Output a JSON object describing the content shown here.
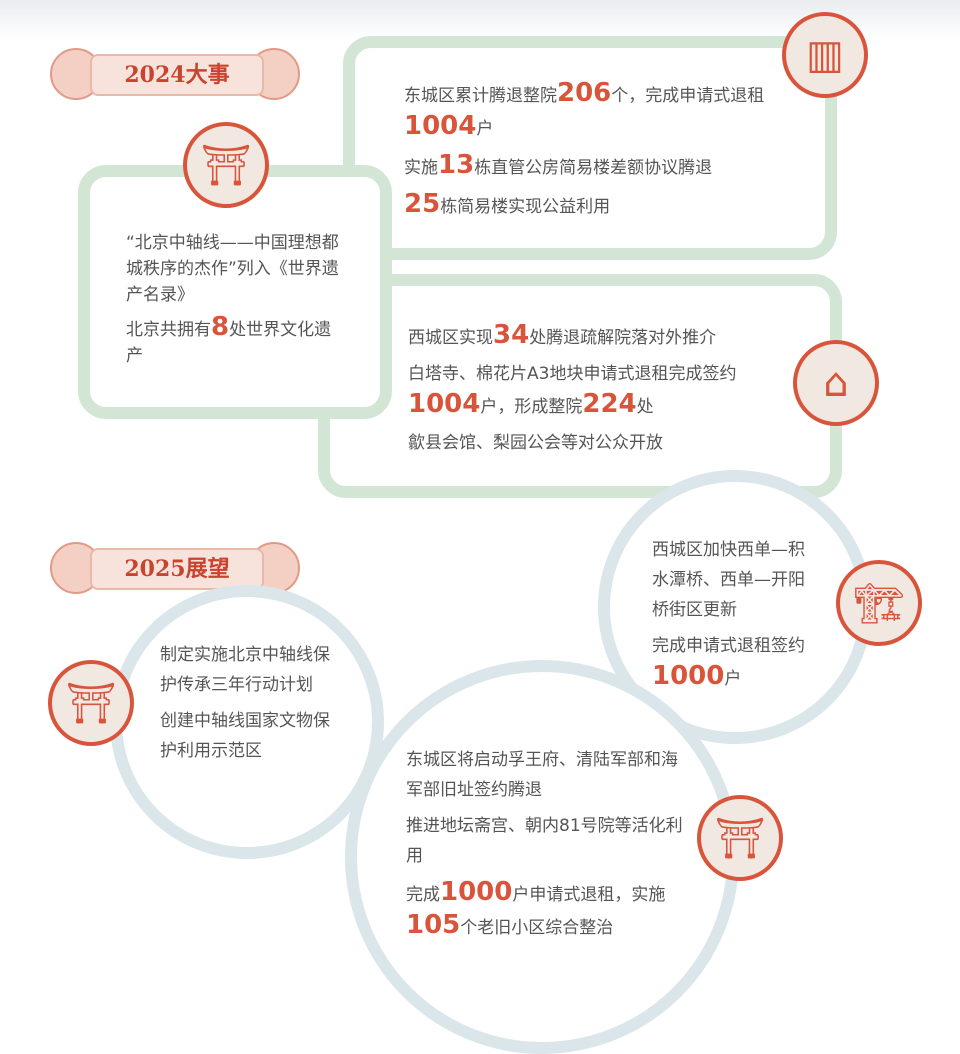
{
  "tags": {
    "y2024": "2024大事",
    "y2025": "2025展望"
  },
  "left2024": {
    "p1": "“北京中轴线——中国理想都城秩序的杰作”列入《世界遗产名录》",
    "p2a": "北京共拥有",
    "p2n": "8",
    "p2b": "处世界文化遗产"
  },
  "dongcheng2024": {
    "a": "东城区累计腾退整院",
    "n1": "206",
    "b": "个，完成申请式退租",
    "n2": "1004",
    "c": "户",
    "d": "实施",
    "n3": "13",
    "e": "栋直管公房简易楼差额协议腾退",
    "n4": "25",
    "f": "栋简易楼实现公益利用"
  },
  "xicheng2024": {
    "a": "西城区实现",
    "n1": "34",
    "b": "处腾退疏解院落对外推介",
    "c": "白塔寺、棉花片A3地块申请式退租完成签约",
    "n2": "1004",
    "d": "户，形成整院",
    "n3": "224",
    "e": "处",
    "f": "歙县会馆、梨园公会等对公众开放"
  },
  "xicheng2025": {
    "a": "西城区加快西单—积水潭桥、西单—开阳桥街区更新",
    "b": "完成申请式退租签约",
    "n1": "1000",
    "c": "户"
  },
  "axis2025": {
    "a": "制定实施北京中轴线保护传承三年行动计划",
    "b": "创建中轴线国家文物保护利用示范区"
  },
  "dongcheng2025": {
    "a": "东城区将启动孚王府、清陆军部和海军部旧址签约腾退",
    "b": "推进地坛斋宫、朝内81号院等活化利用",
    "c": "完成",
    "n1": "1000",
    "d": "户申请式退租，实施",
    "n2": "105",
    "e": "个老旧小区综合整治"
  },
  "colors": {
    "accent": "#d8553c",
    "green": "#d3e6d6"
  }
}
